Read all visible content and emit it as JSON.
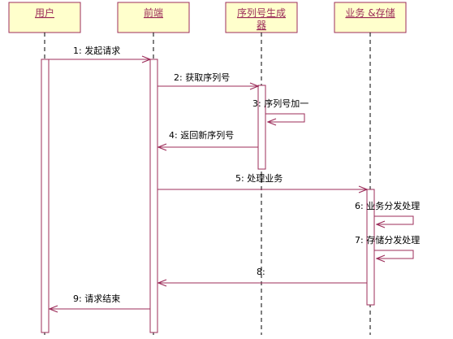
{
  "colors": {
    "actor_fill": "#ffffcc",
    "actor_border": "#9c2d5a",
    "arrow": "#9c2d5a",
    "lifeline": "#000000"
  },
  "actors": [
    {
      "id": "user",
      "label": "用户"
    },
    {
      "id": "frontend",
      "label": "前端"
    },
    {
      "id": "seqgen",
      "label_line1": "序列号生成",
      "label_line2": "器"
    },
    {
      "id": "bizstore",
      "label": "业务 &存储"
    }
  ],
  "messages": [
    {
      "n": "1",
      "label": "1: 发起请求"
    },
    {
      "n": "2",
      "label": "2: 获取序列号"
    },
    {
      "n": "3",
      "label": "3: 序列号加一"
    },
    {
      "n": "4",
      "label": "4: 返回新序列号"
    },
    {
      "n": "5",
      "label": "5: 处理业务"
    },
    {
      "n": "6",
      "label": "6: 业务分发处理"
    },
    {
      "n": "7",
      "label": "7: 存储分发处理"
    },
    {
      "n": "8",
      "label": "8:"
    },
    {
      "n": "9",
      "label": "9: 请求结束"
    }
  ]
}
